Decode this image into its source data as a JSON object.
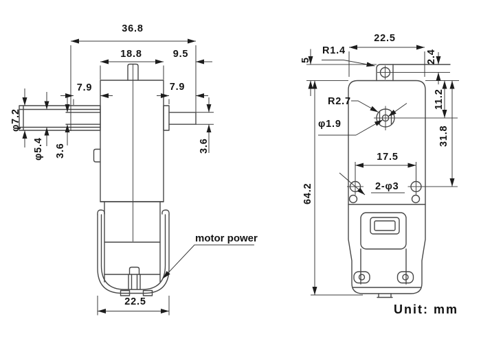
{
  "note": {
    "unit_label": "Unit: mm"
  },
  "side_view": {
    "dim_overall_length": "36.8",
    "dim_gearbox_length": "18.8",
    "dim_rear_length": "9.5",
    "dim_front_shaft": "7.9",
    "dim_rear_shaft": "7.9",
    "dim_shaft_outer": "φ7.2",
    "dim_shaft_dia": "φ5.4",
    "dim_front_flat": "3.6",
    "dim_rear_flat": "3.6",
    "dim_body_width": "22.5",
    "motor_power_label": "motor power"
  },
  "front_view": {
    "dim_body_width": "22.5",
    "dim_ear_corner_radius": "R1.4",
    "dim_ear_hole_offset": "2.4",
    "dim_ear_height": "5",
    "dim_shaft_radius": "R2.7",
    "dim_center_hole": "φ1.9",
    "dim_shaft_from_top": "11.2",
    "dim_holes_from_top": "31.8",
    "dim_hole_spacing": "17.5",
    "dim_mount_holes": "2-φ3",
    "dim_overall_height": "64.2"
  }
}
